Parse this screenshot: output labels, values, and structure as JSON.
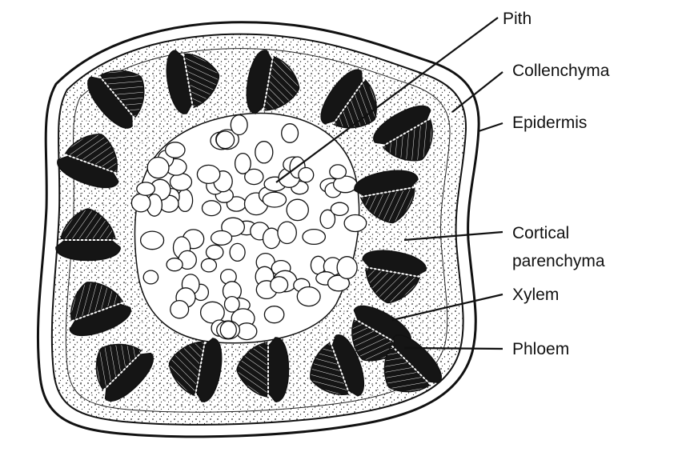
{
  "labels": {
    "pith": "Pith",
    "collenchyma": "Collenchyma",
    "epidermis": "Epidermis",
    "cortical_line1": "Cortical",
    "cortical_line2": "parenchyma",
    "xylem": "Xylem",
    "phloem": "Phloem"
  },
  "colors": {
    "ink": "#111111",
    "paper": "#ffffff",
    "bundle_fill": "#1a1a1a"
  }
}
